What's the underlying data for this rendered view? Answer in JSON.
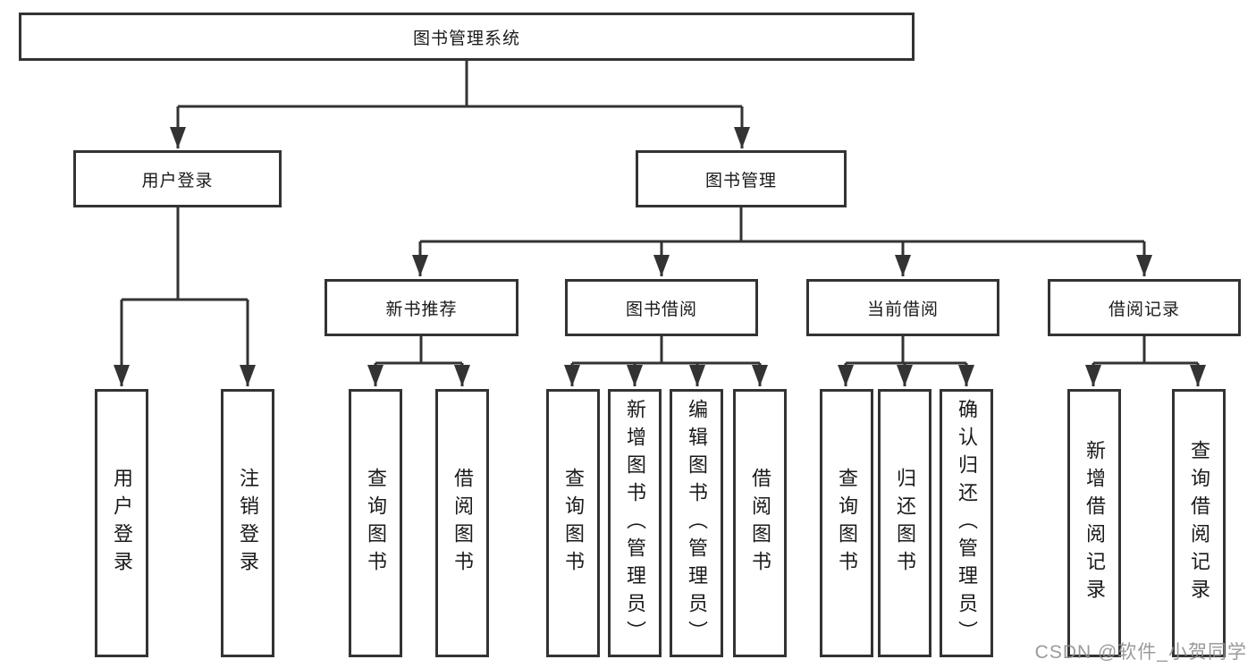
{
  "diagram_title": "图书管理系统",
  "nodes": {
    "root": "图书管理系统",
    "userLogin": "用户登录",
    "bookMgmt": "图书管理",
    "newBookRec": "新书推荐",
    "bookBorrow": "图书借阅",
    "currentBorrow": "当前借阅",
    "borrowRecords": "借阅记录",
    "leafUserLogin": "用户登录",
    "leafLogout": "注销登录",
    "leafQueryBooks1": "查询图书",
    "leafBorrowBooks1": "借阅图书",
    "leafQueryBooks2": "查询图书",
    "leafAddBook": "新增图书（管理员）",
    "leafEditBook": "编辑图书（管理员）",
    "leafBorrowBooks2": "借阅图书",
    "leafQueryBooks3": "查询图书",
    "leafReturnBooks": "归还图书",
    "leafConfirmReturn": "确认归还（管理员）",
    "leafAddRecord": "新增借阅记录",
    "leafQueryRecord": "查询借阅记录"
  },
  "watermark": "CSDN @软件_小贺同学",
  "colors": {
    "line": "#333333",
    "border": "#333333",
    "text": "#1a1a1a",
    "watermark": "#909090",
    "background": "#ffffff"
  }
}
